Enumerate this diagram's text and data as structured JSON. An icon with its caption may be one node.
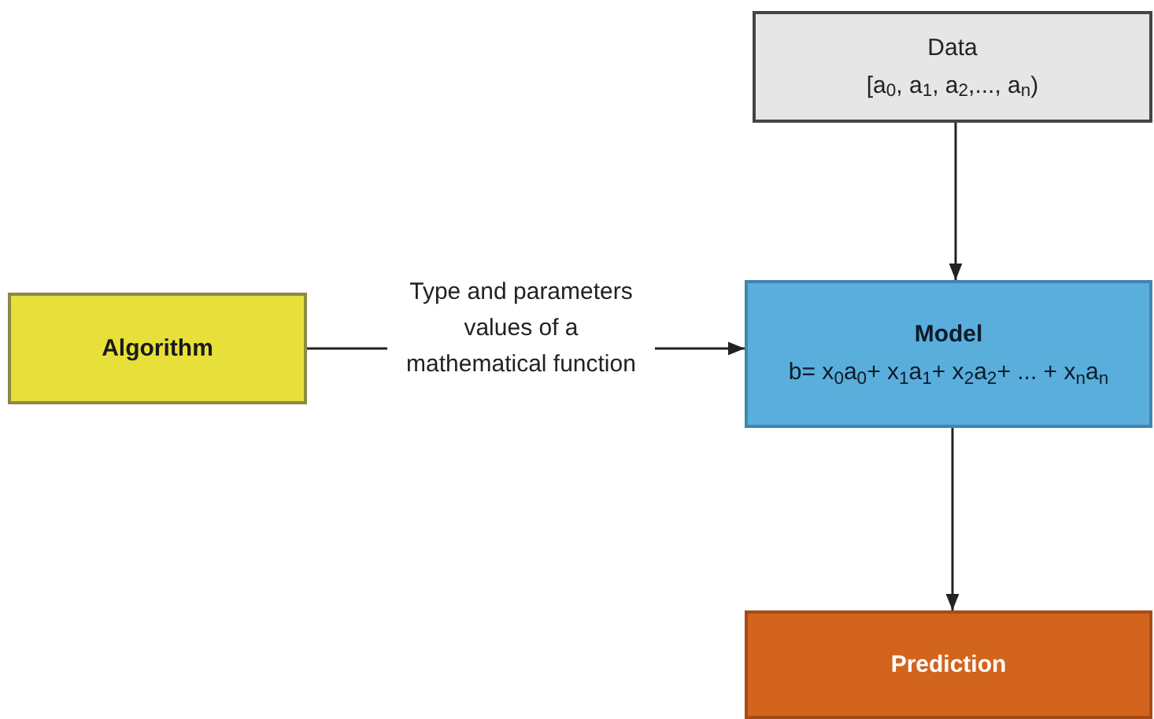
{
  "diagram": {
    "nodes": [
      {
        "text": [
          "Data",
          "[a$_{0}$, a$_{1}$, a$_{2}$,..., a$_{n}$)"
        ]
      },
      {
        "text": [
          "Algorithm"
        ]
      },
      {
        "text": [
          "Model",
          "b= x$_{0}$a$_{0}$+ x$_{1}$a$_{1}$+ x$_{2}$a$_{2}$+ ... + x$_{n}$a$_{n}$"
        ]
      },
      {
        "text": [
          "Prediction"
        ]
      }
    ],
    "edges": [
      {
        "from": 0,
        "to": 2,
        "arrow": "to"
      },
      {
        "from": 1,
        "to": 2,
        "arrow": "to",
        "label": "Type and parameters values of a mathematical function"
      },
      {
        "from": 2,
        "to": 3,
        "arrow": "to"
      }
    ]
  }
}
